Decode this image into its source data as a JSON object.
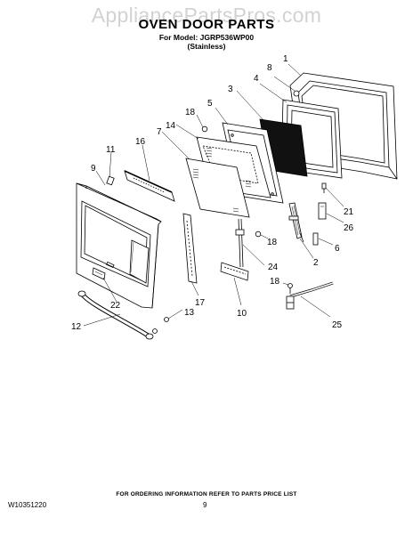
{
  "watermark": "AppliancePartsPros.com",
  "header": {
    "title": "OVEN DOOR PARTS",
    "model": "For Model: JGRP536WP00",
    "finish": "(Stainless)"
  },
  "callouts": [
    "1",
    "2",
    "3",
    "4",
    "5",
    "6",
    "7",
    "8",
    "9",
    "10",
    "11",
    "12",
    "13",
    "14",
    "16",
    "17",
    "18",
    "18",
    "18",
    "21",
    "22",
    "24",
    "25",
    "26"
  ],
  "footer": {
    "note": "FOR ORDERING INFORMATION REFER TO PARTS PRICE LIST",
    "doc_code": "W10351220",
    "page_number": "9"
  }
}
